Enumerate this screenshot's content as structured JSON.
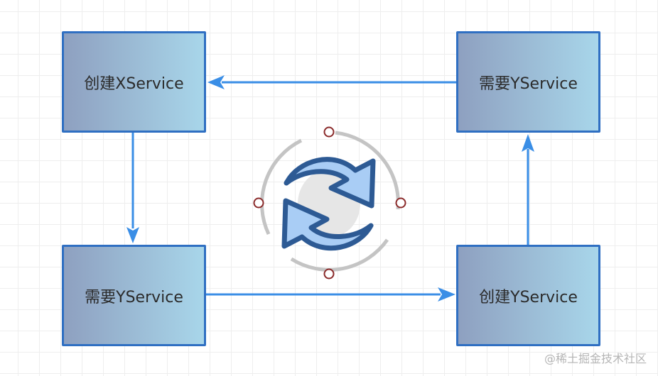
{
  "nodes": {
    "create_x": "创建XService",
    "need_y_top": "需要YService",
    "need_y_bottom": "需要YService",
    "create_y": "创建YService"
  },
  "center_icon": "refresh-cycle-icon",
  "colors": {
    "node_border": "#2f6fc2",
    "node_gradient_start": "#8ea0c0",
    "node_gradient_end": "#a8d6ea",
    "arrow": "#3a8ee6",
    "icon_fill": "#a9cdf5",
    "icon_stroke": "#2d5a94",
    "handle": "#8a2a2a"
  },
  "watermark": "@稀土掘金技术社区"
}
